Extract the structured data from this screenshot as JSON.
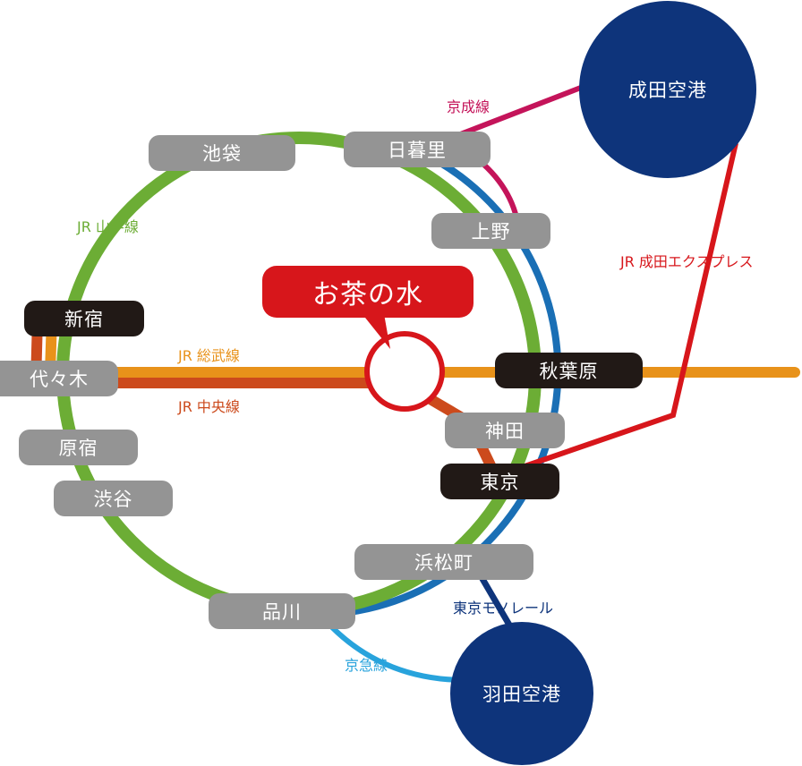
{
  "colors": {
    "yamanote": "#6cad35",
    "keihin_tohoku": "#1a6fb5",
    "sobu": "#e8921a",
    "chuo": "#cc4a1c",
    "keisei": "#c4145a",
    "narita_express": "#d7161b",
    "monorail": "#0e347b",
    "keikyu": "#28a3dc",
    "station_gray": "#949494",
    "station_dark": "#211916",
    "airport": "#0e347b",
    "highlight": "#d7161b"
  },
  "highlight_station": {
    "label": "お茶の水"
  },
  "stations": {
    "ikebukuro": "池袋",
    "nippori": "日暮里",
    "ueno": "上野",
    "shinjuku": "新宿",
    "yoyogi": "代々木",
    "harajuku": "原宿",
    "shibuya": "渋谷",
    "akihabara": "秋葉原",
    "kanda": "神田",
    "tokyo": "東京",
    "hamamatsucho": "浜松町",
    "shinagawa": "品川"
  },
  "airports": {
    "narita": "成田空港",
    "haneda": "羽田空港"
  },
  "line_labels": {
    "yamanote": "JR 山手線",
    "sobu": "JR 総武線",
    "chuo": "JR 中央線",
    "keisei": "京成線",
    "narita_express": "JR 成田エクスプレス",
    "monorail": "東京モノレール",
    "keikyu": "京急線"
  }
}
